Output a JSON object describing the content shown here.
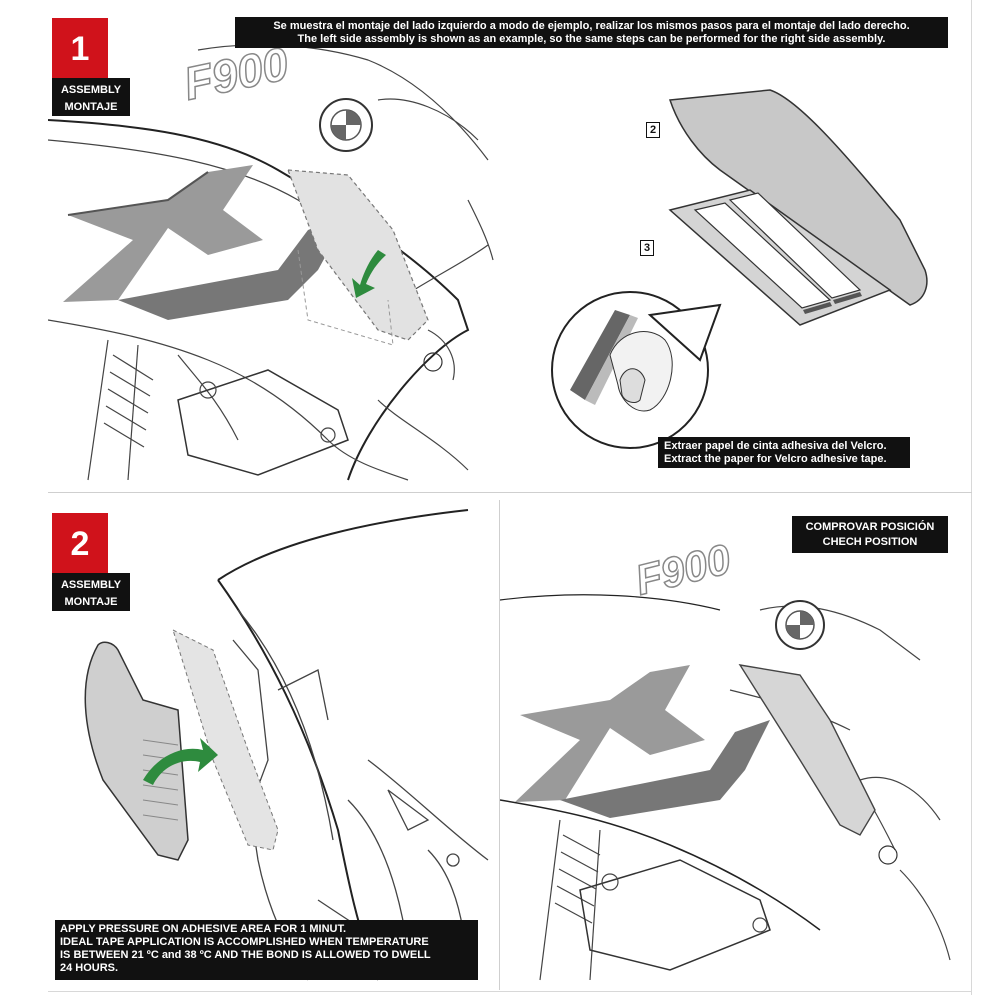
{
  "header_note": {
    "line_es": "Se muestra el montaje del lado izquierdo a modo de ejemplo, realizar los mismos pasos para el montaje  del lado derecho.",
    "line_en": "The left side assembly is shown as an example, so the same steps can be performed for the right side assembly."
  },
  "step1": {
    "number": "1",
    "label_en": "ASSEMBLY",
    "label_es": "MONTAJE",
    "tank_logo": "F900",
    "side_logo": "XR",
    "callout_2": "2",
    "callout_3": "3",
    "velcro_note_es": "Extraer papel de cinta adhesiva del Velcro.",
    "velcro_note_en": "Extract the paper for Velcro adhesive tape."
  },
  "step2": {
    "number": "2",
    "label_en": "ASSEMBLY",
    "label_es": "MONTAJE",
    "check_es": "COMPROVAR POSICIÓN",
    "check_en": "CHECH POSITION",
    "tank_logo": "F900",
    "side_logo": "XR",
    "pressure_note": [
      "APPLY PRESSURE ON ADHESIVE AREA FOR 1 MINUT.",
      "IDEAL TAPE APPLICATION IS ACCOMPLISHED WHEN TEMPERATURE",
      "IS BETWEEN 21 ºC and 38 ºC AND THE BOND IS ALLOWED TO DWELL",
      "24 HOURS."
    ]
  },
  "colors": {
    "accent_red": "#d0121b",
    "label_black": "#111111",
    "arrow_green": "#2e8b3e",
    "graphic_gray": "#9a9a9a"
  },
  "icons": [
    "green-arrow-icon",
    "bmw-roundel-icon",
    "magnifier-circle-icon"
  ]
}
